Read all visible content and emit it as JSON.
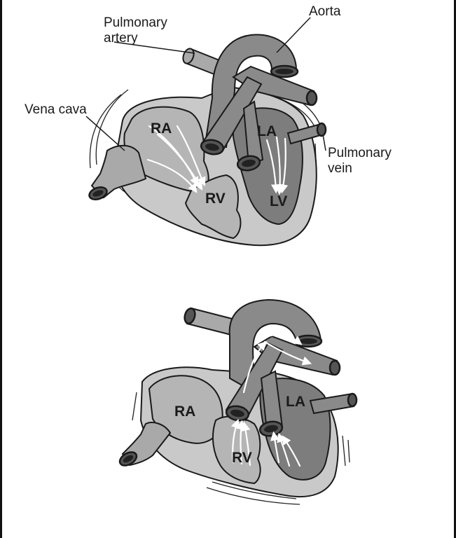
{
  "top_diagram": {
    "labels": {
      "pulmonary_artery": [
        "Pulmonary",
        "artery"
      ],
      "aorta": "Aorta",
      "vena_cava": "Vena cava",
      "pulmonary_vein": [
        "Pulmonary",
        "vein"
      ],
      "ra": "RA",
      "la": "LA",
      "rv": "RV",
      "lv": "LV"
    }
  },
  "bottom_diagram": {
    "labels": {
      "ra": "RA",
      "la": "LA",
      "rv": "RV"
    }
  },
  "colors": {
    "wall": "#c9c9c9",
    "light_cavity": "#b5b5b5",
    "dark_cavity": "#7d7d7d",
    "vessel": "#8a8a8a",
    "outline": "#1a1a1a"
  }
}
